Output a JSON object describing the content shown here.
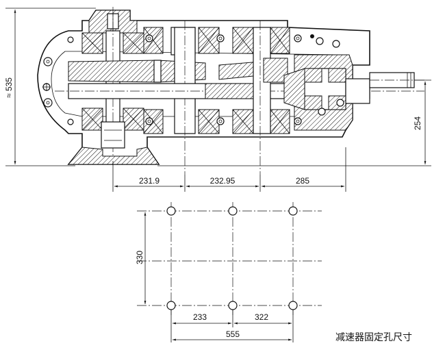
{
  "drawing": {
    "dimensions": {
      "overall_height": "≈ 535",
      "shaft_height": "254",
      "span_1": "231.9",
      "span_2": "232.95",
      "span_3": "285",
      "hole_spacing_vertical": "330",
      "hole_spacing_1": "233",
      "hole_spacing_2": "322",
      "hole_spacing_total": "555"
    },
    "caption": "减速器固定孔尺寸"
  }
}
